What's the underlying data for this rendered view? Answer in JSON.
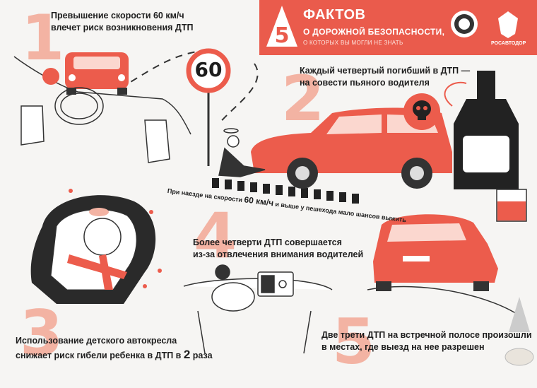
{
  "header": {
    "badge_number": "5",
    "title": "ФАКТОВ",
    "subtitle": "О ДОРОЖНОЙ БЕЗОПАСНОСТИ,",
    "tagline": "О КОТОРЫХ ВЫ МОГЛИ НЕ ЗНАТЬ",
    "logo_text": "РОСАВТОДОР"
  },
  "facts": {
    "one": {
      "number": "1",
      "line1": "Превышение скорости 60 км/ч",
      "line2": "влечет риск возникновения ДТП"
    },
    "two": {
      "number": "2",
      "line1": "Каждый четвертый погибший в ДТП —",
      "line2": "на совести пьяного водителя"
    },
    "pedestrian": {
      "before": "При наезде на скорости ",
      "speed": "60 км/ч",
      "after": " и выше у пешехода мало шансов выжить"
    },
    "three": {
      "number": "3",
      "line1": "Использование детского автокресла",
      "line2_before": "снижает риск гибели ребенка в ДТП в ",
      "multiplier": "2",
      "line2_after": " раза"
    },
    "four": {
      "number": "4",
      "line1": "Более четверти ДТП совершается",
      "line2": "из-за отвлечения внимания водителей"
    },
    "five": {
      "number": "5",
      "line1": "Две трети ДТП на встречной полосе произошли",
      "line2": "в местах, где выезд на нее разрешен"
    }
  },
  "sign": {
    "speed_limit": "60"
  }
}
